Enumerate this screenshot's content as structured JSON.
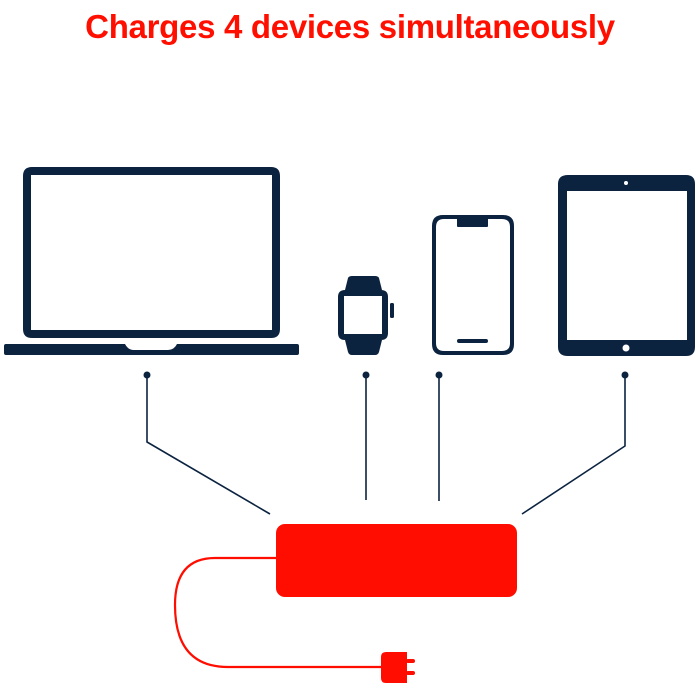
{
  "title": "Charges 4 devices simultaneously",
  "colors": {
    "title": "#ff0f00",
    "device": "#0c2340",
    "charger": "#ff0d00",
    "background": "#ffffff"
  },
  "devices": [
    {
      "name": "laptop",
      "icon": "laptop-icon"
    },
    {
      "name": "smartwatch",
      "icon": "smartwatch-icon"
    },
    {
      "name": "smartphone",
      "icon": "smartphone-icon"
    },
    {
      "name": "tablet",
      "icon": "tablet-icon"
    }
  ],
  "charger": {
    "icon": "charger-hub-icon",
    "cable": "power-cable",
    "plug": "power-plug-icon"
  }
}
